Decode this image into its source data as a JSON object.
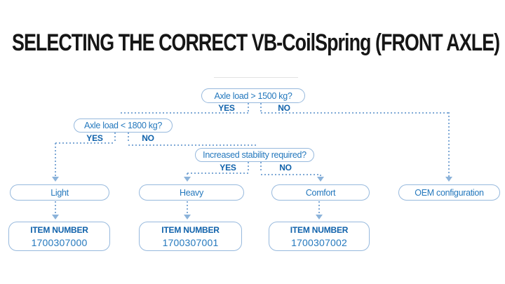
{
  "title": "SELECTING THE CORRECT VB-CoilSpring (FRONT AXLE)",
  "colors": {
    "accent": "#2478bd",
    "bold_blue": "#1062ab",
    "border_blue": "#97b9dd",
    "line_blue": "#7fa9d6",
    "arrow_blue": "#8cb3da"
  },
  "flowchart": {
    "questions": [
      {
        "label": "Axle load > 1500 kg?",
        "yes": "YES",
        "no": "NO"
      },
      {
        "label": "Axle load < 1800 kg?",
        "yes": "YES",
        "no": "NO"
      },
      {
        "label": "Increased stability required?",
        "yes": "YES",
        "no": "NO"
      }
    ],
    "results": [
      {
        "label": "Light"
      },
      {
        "label": "Heavy"
      },
      {
        "label": "Comfort"
      },
      {
        "label": "OEM configuration"
      }
    ],
    "items": [
      {
        "heading": "ITEM NUMBER",
        "number": "1700307000"
      },
      {
        "heading": "ITEM NUMBER",
        "number": "1700307001"
      },
      {
        "heading": "ITEM NUMBER",
        "number": "1700307002"
      }
    ]
  }
}
